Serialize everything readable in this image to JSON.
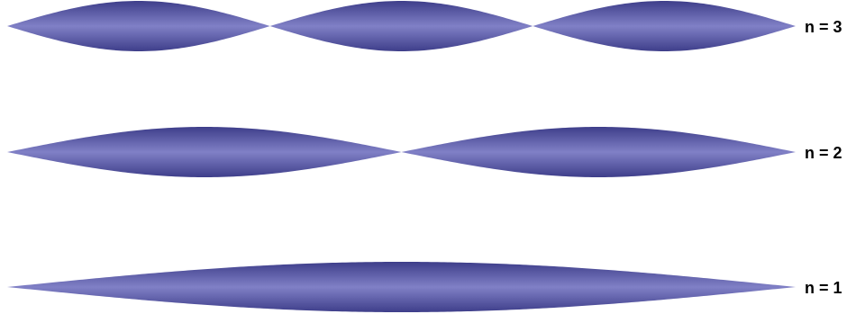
{
  "colors": {
    "wave_edge": "#3e3e8a",
    "wave_mid": "#6a6ab6",
    "wave_highlight": "#8080c6",
    "label": "#000000",
    "background": "#ffffff"
  },
  "modes": [
    {
      "n": 3,
      "label": "n = 3",
      "antinodes": 3
    },
    {
      "n": 2,
      "label": "n = 2",
      "antinodes": 2
    },
    {
      "n": 1,
      "label": "n = 1",
      "antinodes": 1
    }
  ]
}
